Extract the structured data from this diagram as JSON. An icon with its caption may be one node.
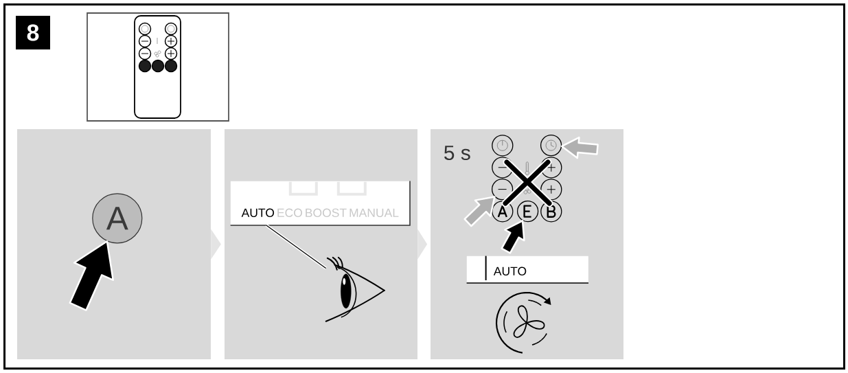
{
  "diagram": {
    "nodes": [
      {
        "text": [
          "8"
        ]
      },
      {
        "text": [],
        "shape": "box"
      },
      {
        "text": [
          "A"
        ],
        "in": 1
      },
      {
        "text": [],
        "shape": "box"
      },
      {
        "text": [
          "AUTO",
          "ECO",
          "BOOST",
          "MANUAL"
        ],
        "in": 3
      },
      {
        "text": [],
        "shape": "picture",
        "in": 3
      },
      {
        "text": [],
        "shape": "box"
      },
      {
        "text": [],
        "shape": "picture",
        "in": 6,
        "beside": [
          "5 s"
        ]
      },
      {
        "text": [],
        "shape": "circle",
        "in": 7
      },
      {
        "text": [],
        "shape": "circle",
        "in": 7
      },
      {
        "text": [],
        "shape": "circle",
        "in": 7
      },
      {
        "text": [
          "AUTO"
        ],
        "in": 6
      }
    ],
    "edges": [
      {
        "from": 1,
        "to": 3,
        "arrow": "to",
        "color": "#e4e4e4"
      },
      {
        "from": 3,
        "to": 6,
        "arrow": "to",
        "color": "#e4e4e4"
      },
      {
        "from": null,
        "to": 2,
        "arrow": "to"
      },
      {
        "from": 4,
        "to": 5,
        "arrow": "none"
      },
      {
        "from": null,
        "to": 8,
        "arrow": "to",
        "color": "#b0b0b0"
      },
      {
        "from": null,
        "to": 9,
        "arrow": "to",
        "color": "#b0b0b0"
      },
      {
        "from": null,
        "to": 10,
        "arrow": "to"
      }
    ]
  }
}
